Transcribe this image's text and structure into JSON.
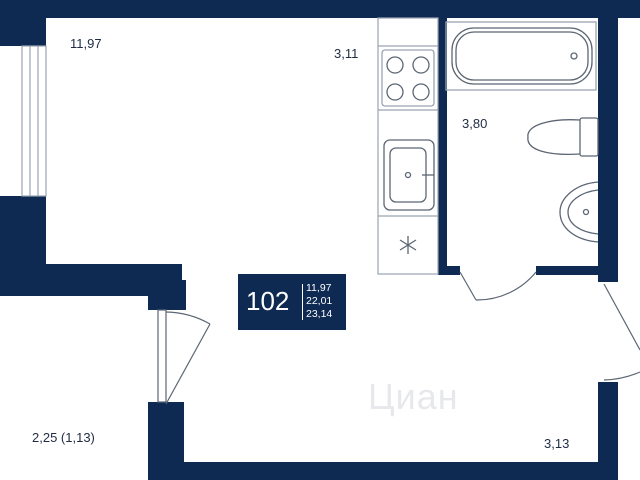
{
  "colors": {
    "wall": "#0f2a52",
    "fixture": "#9aa4b1",
    "background": "#ffffff"
  },
  "apartment": {
    "number": "102",
    "areas": [
      "11,97",
      "22,01",
      "23,14"
    ]
  },
  "rooms": {
    "living": "11,97",
    "kitchen": "3,11",
    "bathroom": "3,80",
    "loggia": "2,25 (1,13)",
    "hallway": "3,13"
  },
  "icons": [
    "snowflake-icon",
    "stove-icon",
    "sink-icon",
    "bathtub-icon",
    "toilet-icon",
    "washbasin-icon"
  ],
  "watermark": "Циан"
}
